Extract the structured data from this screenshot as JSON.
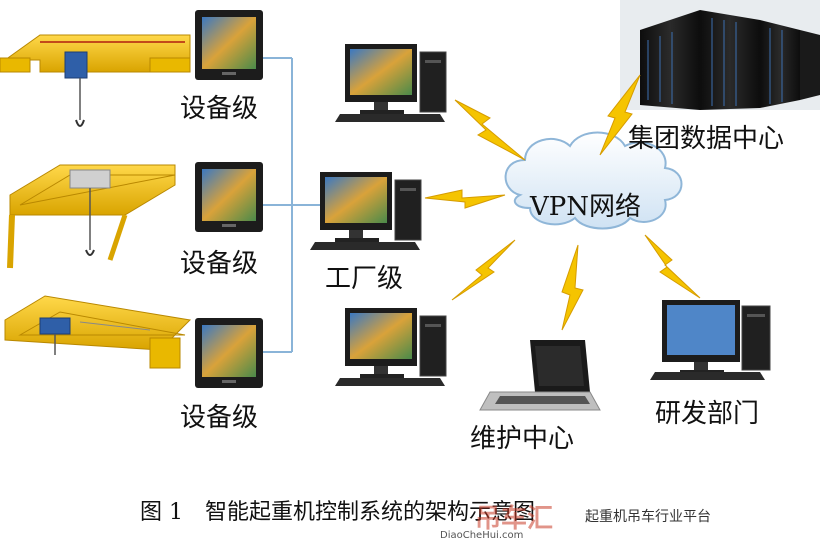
{
  "labels": {
    "device1": "设备级",
    "device2": "设备级",
    "device3": "设备级",
    "factory": "工厂级",
    "group_data_center": "集团数据中心",
    "vpn": "VPN网络",
    "maintenance": "维护中心",
    "rnd": "研发部门"
  },
  "caption": "图 1　智能起重机控制系统的架构示意图",
  "watermark": {
    "brand": "吊车汇",
    "tagline": "起重机吊车行业平台",
    "url": "DiaoCheHui.com"
  },
  "colors": {
    "crane_yellow": "#f2c21a",
    "bolt_yellow": "#f5c400",
    "cloud_blue": "#8fb6d8",
    "line_blue": "#8ab4d8",
    "monitor_dark": "#1c1c1c"
  },
  "icons": [
    "crane-icon",
    "touch-panel-icon",
    "desktop-computer-icon",
    "server-rack-icon",
    "cloud-icon",
    "laptop-icon",
    "lightning-bolt-icon"
  ]
}
